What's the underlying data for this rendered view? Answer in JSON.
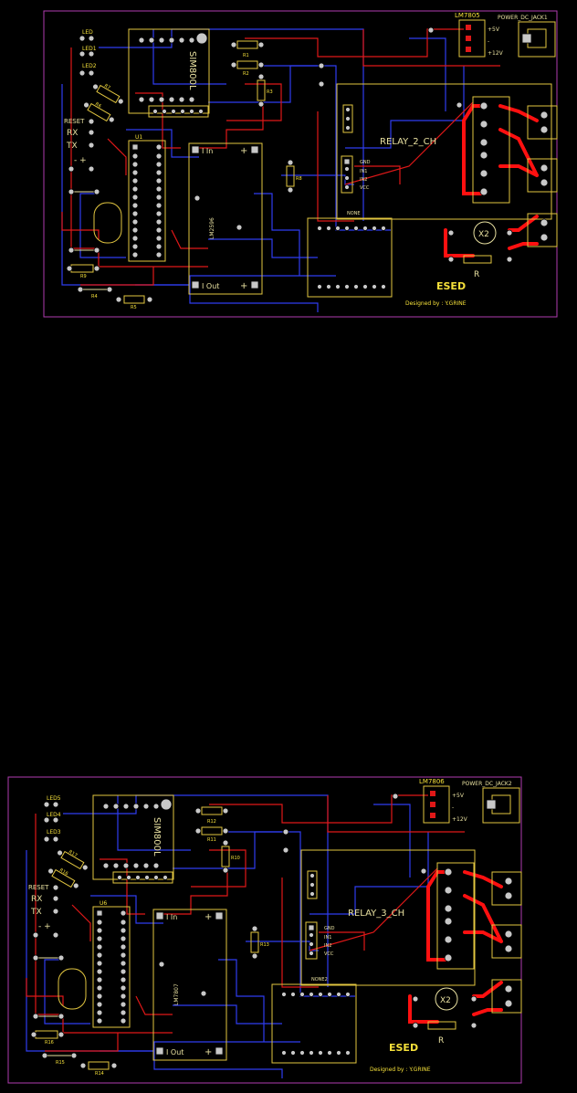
{
  "boards": [
    {
      "id": "board-top",
      "labels": {
        "regulator": "LM7805",
        "jack": "POWER_DC_JACK1",
        "v5": "+5V",
        "minus": "-",
        "v12": "+12V",
        "led_a": "LED",
        "led_b": "LED1",
        "led_c": "LED2",
        "reset": "RESET",
        "rx": "RX",
        "tx": "TX",
        "pm": "- +",
        "gsm": "SIM800L",
        "mcu": "U1",
        "buck": "LM2596",
        "buck_in": "I  In",
        "buck_out": "I  Out",
        "relay": "RELAY_2_CH",
        "gnd": "GND",
        "in1": "IN1",
        "in2": "IN2",
        "vcc": "VCC",
        "header": "NONE",
        "r1": "R1",
        "r2": "R2",
        "r3": "R3",
        "r4": "R4",
        "r5": "R5",
        "r6": "R6",
        "r7": "R7",
        "r8": "R8",
        "r9": "R9",
        "x2": "X2",
        "r": "R",
        "brand": "ESED",
        "credit": "Designed by : Y.GRINE"
      }
    },
    {
      "id": "board-bottom",
      "labels": {
        "regulator": "LM7806",
        "jack": "POWER_DC_JACK2",
        "v5": "+5V",
        "minus": "-",
        "v12": "+12V",
        "led_a": "LED5",
        "led_b": "LED4",
        "led_c": "LED3",
        "reset": "RESET",
        "rx": "RX",
        "tx": "TX",
        "pm": "- +",
        "gsm": "SIM800L",
        "mcu": "U6",
        "buck": "LM7807",
        "buck_in": "I  In",
        "buck_out": "I  Out",
        "relay": "RELAY_3_CH",
        "gnd": "GND",
        "in1": "IN1",
        "in2": "IN2",
        "vcc": "VCC",
        "header": "NONE2",
        "r1": "R12",
        "r2": "R11",
        "r3": "R10",
        "r4": "R15",
        "r5": "R14",
        "r6": "R16",
        "r7": "R17",
        "r8": "R13",
        "r9": "R16",
        "x2": "X2",
        "r": "R",
        "brand": "ESED",
        "credit": "Designed by : Y.GRINE"
      }
    }
  ],
  "colors": {
    "background": "#000000",
    "silkscreen": "#f5e03a",
    "outline": "#b03cb0",
    "top_copper": "#e01818",
    "bottom_copper": "#2f3cf0",
    "pad": "#c8c8c8"
  }
}
